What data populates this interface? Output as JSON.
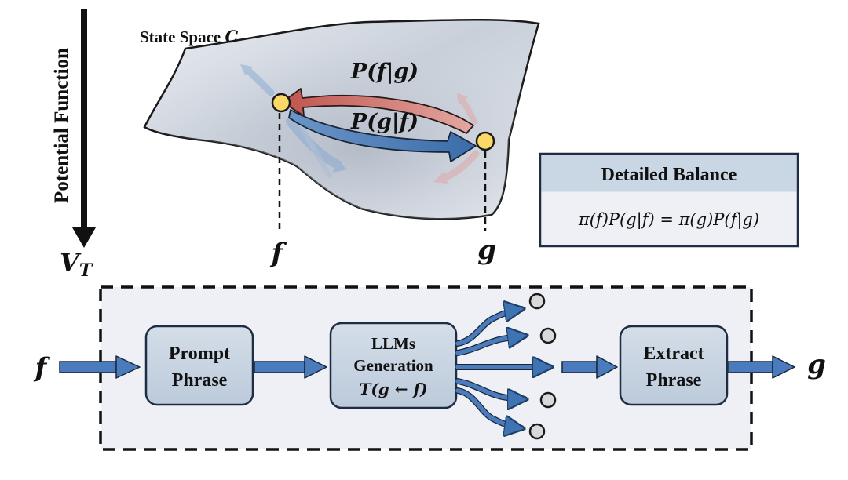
{
  "state_space": {
    "label_text": "State Space ",
    "label_symbol": "C"
  },
  "potential": {
    "axis_label": "Potential Function",
    "value_symbol": "V",
    "value_subscript": "T"
  },
  "transitions": {
    "f_given_g": "P(f|g)",
    "g_given_f": "P(g|f)"
  },
  "states": {
    "f": "f",
    "g": "g"
  },
  "detailed_balance": {
    "title": "Detailed Balance",
    "equation": "π(f)P(g|f) = π(g)P(f|g)"
  },
  "pipeline": {
    "input": "f",
    "output": "g",
    "prompt_box": [
      "Prompt",
      "Phrase"
    ],
    "llm_box": [
      "LLMs",
      "Generation",
      "T(g ← f)"
    ],
    "extract_box": [
      "Extract",
      "Phrase"
    ]
  },
  "colors": {
    "blue_arrow": "#3f74b4",
    "red_arrow": "#c0544d",
    "state_node": "#fbd969",
    "box_fill": "#c9d6e3",
    "panel_fill": "#eef0f6"
  }
}
